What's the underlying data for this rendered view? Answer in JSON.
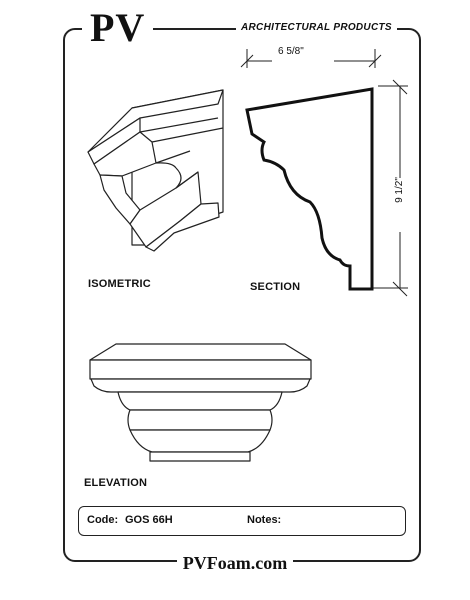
{
  "header": {
    "brand": "PV",
    "subtitle": "ARCHITECTURAL PRODUCTS"
  },
  "dimensions": {
    "width": "6 5/8\"",
    "height": "9 1/2\""
  },
  "views": {
    "isometric": "ISOMETRIC",
    "section": "SECTION",
    "elevation": "ELEVATION"
  },
  "info_box": {
    "code_label": "Code:",
    "code_value": "GOS 66H",
    "notes_label": "Notes:"
  },
  "footer": {
    "website": "PVFoam.com"
  }
}
